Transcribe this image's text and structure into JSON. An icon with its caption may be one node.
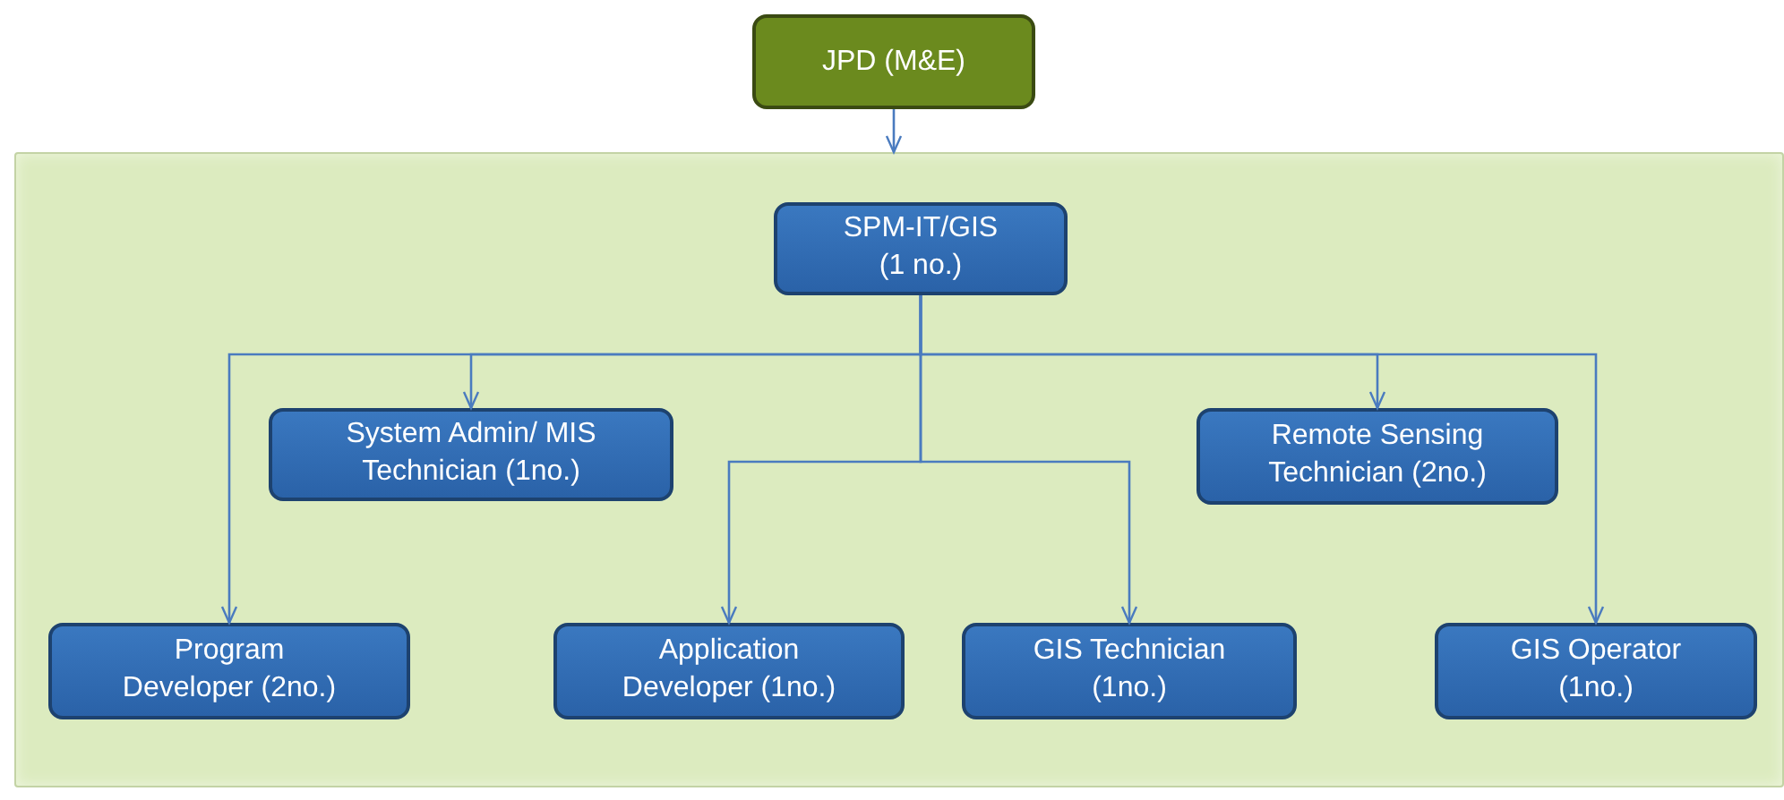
{
  "diagram": {
    "nodes": [
      {
        "text": [
          "JPD (M&E)"
        ]
      },
      {
        "text": [],
        "shape": "box"
      },
      {
        "text": [
          "SPM-IT/GIS (1 no.)"
        ],
        "in": 1
      },
      {
        "text": [
          "System Admin/ MIS Technician (1no.)"
        ],
        "in": 1
      },
      {
        "text": [
          "Remote Sensing Technician (2no.)"
        ],
        "in": 1
      },
      {
        "text": [
          "Program Developer (2no.)"
        ],
        "in": 1
      },
      {
        "text": [
          "Application Developer (1no.)"
        ],
        "in": 1
      },
      {
        "text": [
          "GIS Technician (1no.)"
        ],
        "in": 1
      },
      {
        "text": [
          "GIS Operator (1no.)"
        ],
        "in": 1
      }
    ],
    "edges": [
      {
        "from": 0,
        "to": 1,
        "arrow": "to"
      },
      {
        "from": 2,
        "to": 3,
        "arrow": "to"
      },
      {
        "from": 2,
        "to": 4,
        "arrow": "to"
      },
      {
        "from": 2,
        "to": 5,
        "arrow": "to"
      },
      {
        "from": 2,
        "to": 6,
        "arrow": "to"
      },
      {
        "from": 2,
        "to": 7,
        "arrow": "to"
      },
      {
        "from": 2,
        "to": 8,
        "arrow": "to"
      }
    ]
  }
}
